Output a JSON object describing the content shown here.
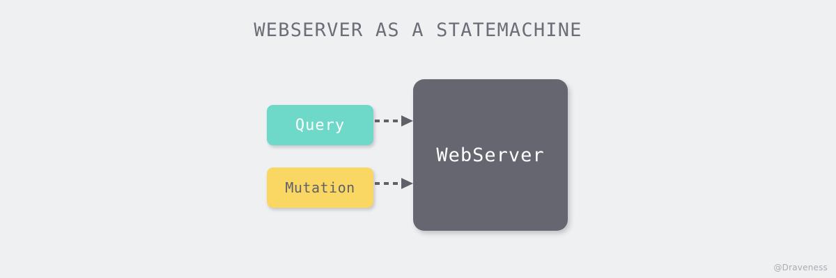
{
  "diagram": {
    "title": "WEBSERVER AS A STATEMACHINE",
    "background_color": "#eff0f2",
    "title_color": "#6b6e77",
    "nodes": [
      {
        "id": "query",
        "label": "Query",
        "fill": "#6ed9c8",
        "text_color": "#ffffff"
      },
      {
        "id": "mutation",
        "label": "Mutation",
        "fill": "#fad763",
        "text_color": "#5f6068"
      },
      {
        "id": "webserver",
        "label": "WebServer",
        "fill": "#666670",
        "text_color": "#ffffff"
      }
    ],
    "edges": [
      {
        "id": "query-to-webserver",
        "from": "query",
        "to": "webserver",
        "style": "dashed",
        "label": "",
        "color": "#5f6068"
      },
      {
        "id": "mutation-to-webserver",
        "from": "mutation",
        "to": "webserver",
        "style": "dashed",
        "label": "",
        "color": "#5f6068"
      }
    ]
  },
  "watermark": {
    "text": "@Draveness"
  }
}
